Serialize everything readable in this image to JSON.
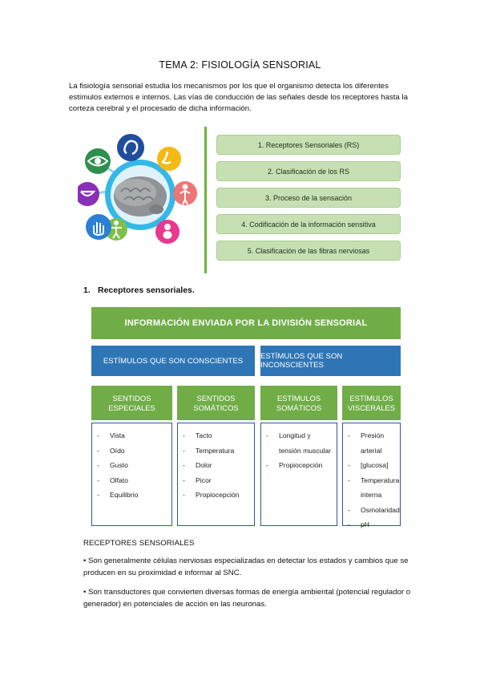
{
  "title": "TEMA 2: FISIOLOGÍA SENSORIAL",
  "intro": "La fisiología sensorial estudia los mecanismos por los que el organismo detecta los diferentes estímulos externos e internos. Las vías de conducción de las señales desde los receptores hasta la corteza cerebral y el procesado de dicha información.",
  "topics": [
    "1. Receptores Sensoriales (RS)",
    "2. Clasificación de los RS",
    "3. Proceso de la sensación",
    "4. Codificación de la información sensitiva",
    "5. Clasificación de las fibras nerviosas"
  ],
  "section1": {
    "number": "1.",
    "label": "Receptores sensoriales."
  },
  "diagram": {
    "banner": "INFORMACIÓN ENVIADA POR LA DIVISIÓN SENSORIAL",
    "conscious": "ESTÍMULOS QUE SON CONSCIENTES",
    "unconscious": "ESTÍMULOS QUE SON INCONSCIENTES",
    "columns": [
      {
        "line1": "SENTIDOS",
        "line2": "ESPECIALES",
        "items": [
          "Vista",
          "Oído",
          "Gusto",
          "Olfato",
          "Equilibrio"
        ]
      },
      {
        "line1": "SENTIDOS",
        "line2": "SOMÁTICOS",
        "items": [
          "Tacto",
          "Temperatura",
          "Dolor",
          "Picor",
          "Propiocepción"
        ]
      },
      {
        "line1": "ESTÍMULOS",
        "line2": "SOMÁTICOS",
        "items": [
          "Longitud y tensión muscular",
          "Propiocepción"
        ]
      },
      {
        "line1": "ESTÍMULOS",
        "line2": "VISCERALES",
        "items": [
          "Presión arterial",
          "[glucosa]",
          "Temperatura interna",
          "Osmolaridad",
          "pH"
        ]
      }
    ]
  },
  "receptores_heading": "RECEPTORES SENSORIALES",
  "bullets": [
    "• Son generalmente células nerviosas especializadas en detectar los estados y cambios que se producen en su proximidad e informar al SNC.",
    "• Son transductores que convierten diversas formas de energía ambiental (potencial regulador o generador) en potenciales de acción en las neuronas."
  ],
  "colors": {
    "green": "#70ad47",
    "light_green": "#c6e0b4",
    "blue": "#2e75b6",
    "list_border": "#2f5597"
  },
  "icons": [
    "ear-icon",
    "nose-icon",
    "body-heat-icon",
    "baby-figure-icon",
    "person-figure-icon",
    "hand-icon",
    "mouth-icon",
    "eye-icon",
    "brain-icon"
  ]
}
